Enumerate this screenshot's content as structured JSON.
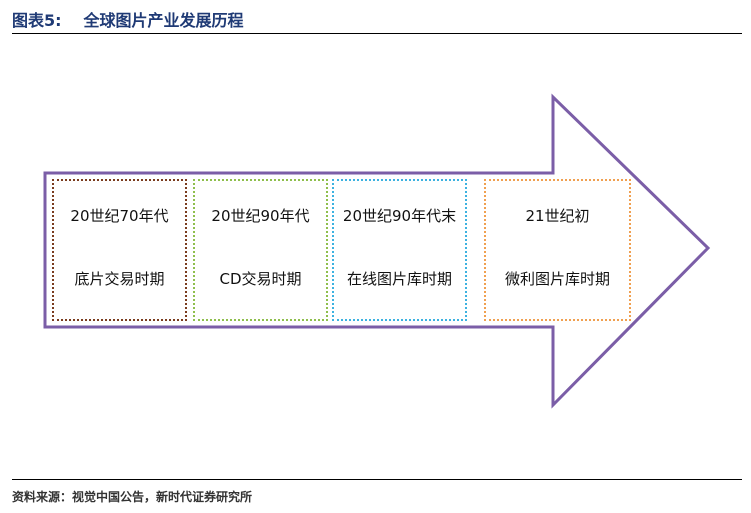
{
  "header": {
    "label": "图表5:",
    "title": "全球图片产业发展历程"
  },
  "colors": {
    "arrow_outline": "#7b5ea7",
    "stage_1": "#7a3b1e",
    "stage_2": "#8fbf4d",
    "stage_3": "#3db2e0",
    "stage_4": "#f0a050"
  },
  "stages": [
    {
      "era": "20世纪70年代",
      "phase": "底片交易时期"
    },
    {
      "era": "20世纪90年代",
      "phase": "CD交易时期"
    },
    {
      "era": "20世纪90年代末",
      "phase": "在线图片库时期"
    },
    {
      "era": "21世纪初",
      "phase": "微利图片库时期"
    }
  ],
  "footer": {
    "source": "资料来源：视觉中国公告，新时代证券研究所"
  }
}
